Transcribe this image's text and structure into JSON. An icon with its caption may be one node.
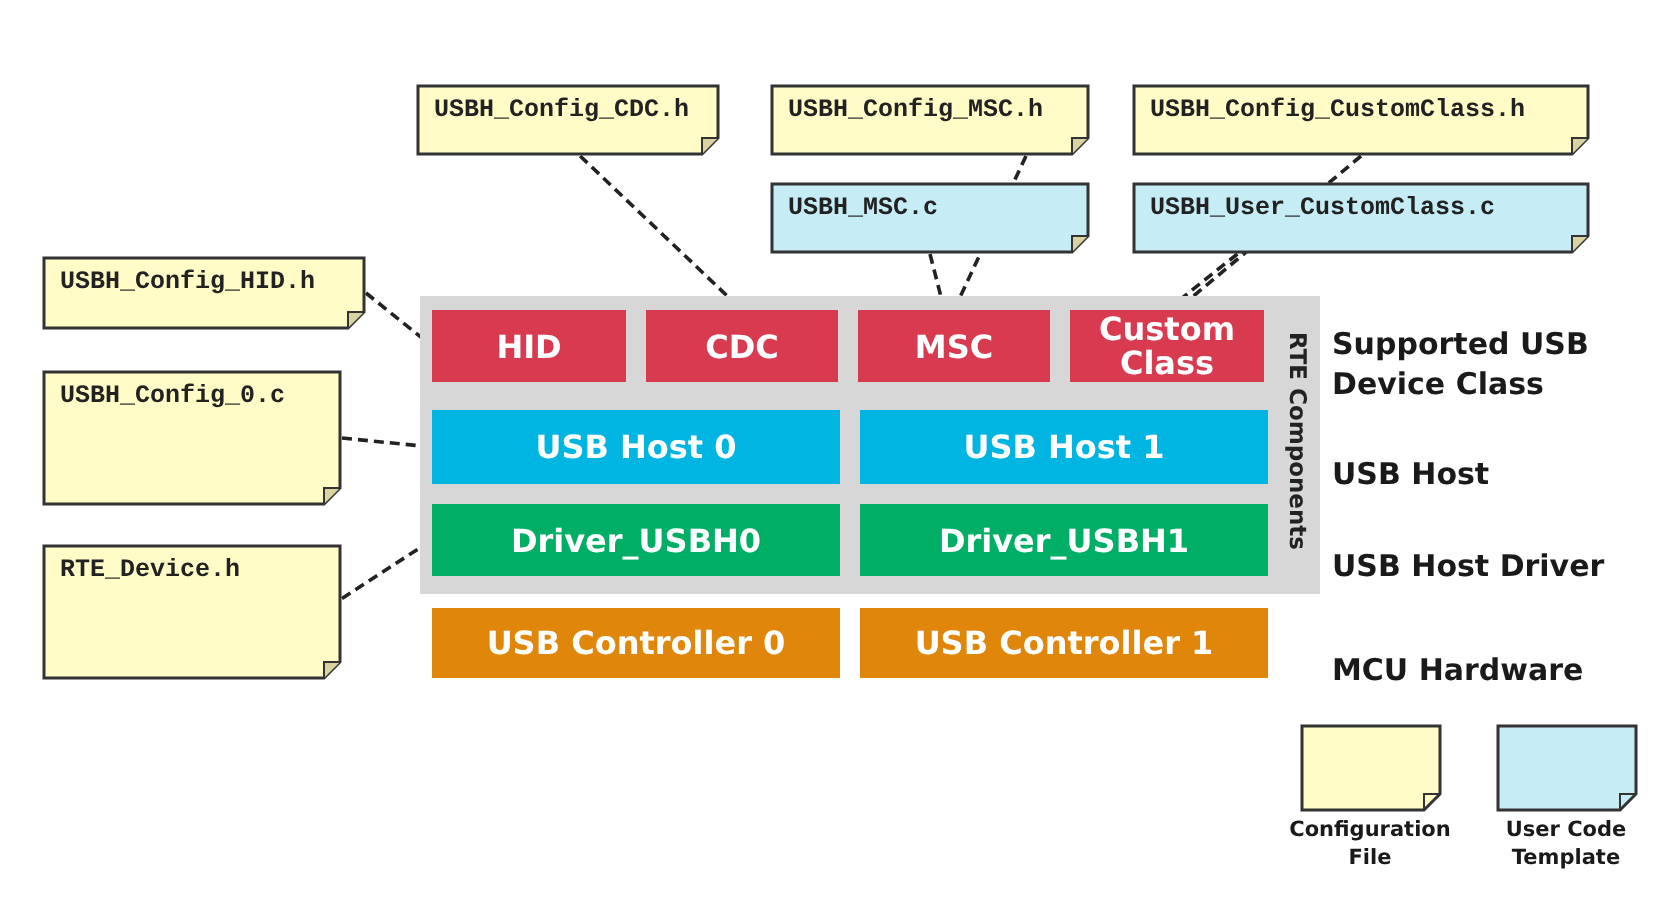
{
  "diagram": {
    "nodes": [
      {
        "text": [
          "USBH_Config_CDC.h"
        ]
      },
      {
        "text": [
          "USBH_Config_MSC.h"
        ]
      },
      {
        "text": [
          "USBH_Config_CustomClass.h"
        ]
      },
      {
        "text": [
          "USBH_MSC.c"
        ]
      },
      {
        "text": [
          "USBH_User_CustomClass.c"
        ]
      },
      {
        "text": [
          "USBH_Config_HID.h"
        ]
      },
      {
        "text": [
          "USBH_Config_0.c"
        ]
      },
      {
        "text": [
          "RTE_Device.h"
        ]
      },
      {
        "text": [
          "RTE Components"
        ]
      },
      {
        "text": [
          "HID"
        ],
        "in": 8
      },
      {
        "text": [
          "CDC"
        ],
        "in": 8
      },
      {
        "text": [
          "MSC"
        ],
        "in": 8
      },
      {
        "text": [
          "Custom Class"
        ],
        "in": 8
      },
      {
        "text": [
          "USB Host 0"
        ],
        "in": 8
      },
      {
        "text": [
          "USB Host 1"
        ],
        "in": 8
      },
      {
        "text": [
          "Driver_USBH0"
        ],
        "in": 8
      },
      {
        "text": [
          "Driver_USBH1"
        ],
        "in": 8
      },
      {
        "text": [
          "USB Controller 0"
        ]
      },
      {
        "text": [
          "USB Controller 1"
        ]
      }
    ],
    "edges": [
      {
        "from": 0,
        "to": 10,
        "arrow": "none",
        "style": "dashed"
      },
      {
        "from": 1,
        "to": 11,
        "arrow": "none",
        "style": "dashed"
      },
      {
        "from": 3,
        "to": 11,
        "arrow": "none",
        "style": "dashed"
      },
      {
        "from": 2,
        "to": 12,
        "arrow": "none",
        "style": "dashed"
      },
      {
        "from": 4,
        "to": 12,
        "arrow": "none",
        "style": "dashed"
      },
      {
        "from": 5,
        "to": 9,
        "arrow": "none",
        "style": "dashed"
      },
      {
        "from": 6,
        "to": 13,
        "arrow": "none",
        "style": "dashed"
      },
      {
        "from": 7,
        "to": 15,
        "arrow": "none",
        "style": "dashed"
      }
    ],
    "labels": [
      "Supported USB Device Class",
      "USB Host",
      "USB Host Driver",
      "MCU Hardware"
    ],
    "legend": [
      {
        "text": "Configuration File",
        "color": "#fffcc8"
      },
      {
        "text": "User Code Template",
        "color": "#c6ecf6"
      }
    ]
  }
}
